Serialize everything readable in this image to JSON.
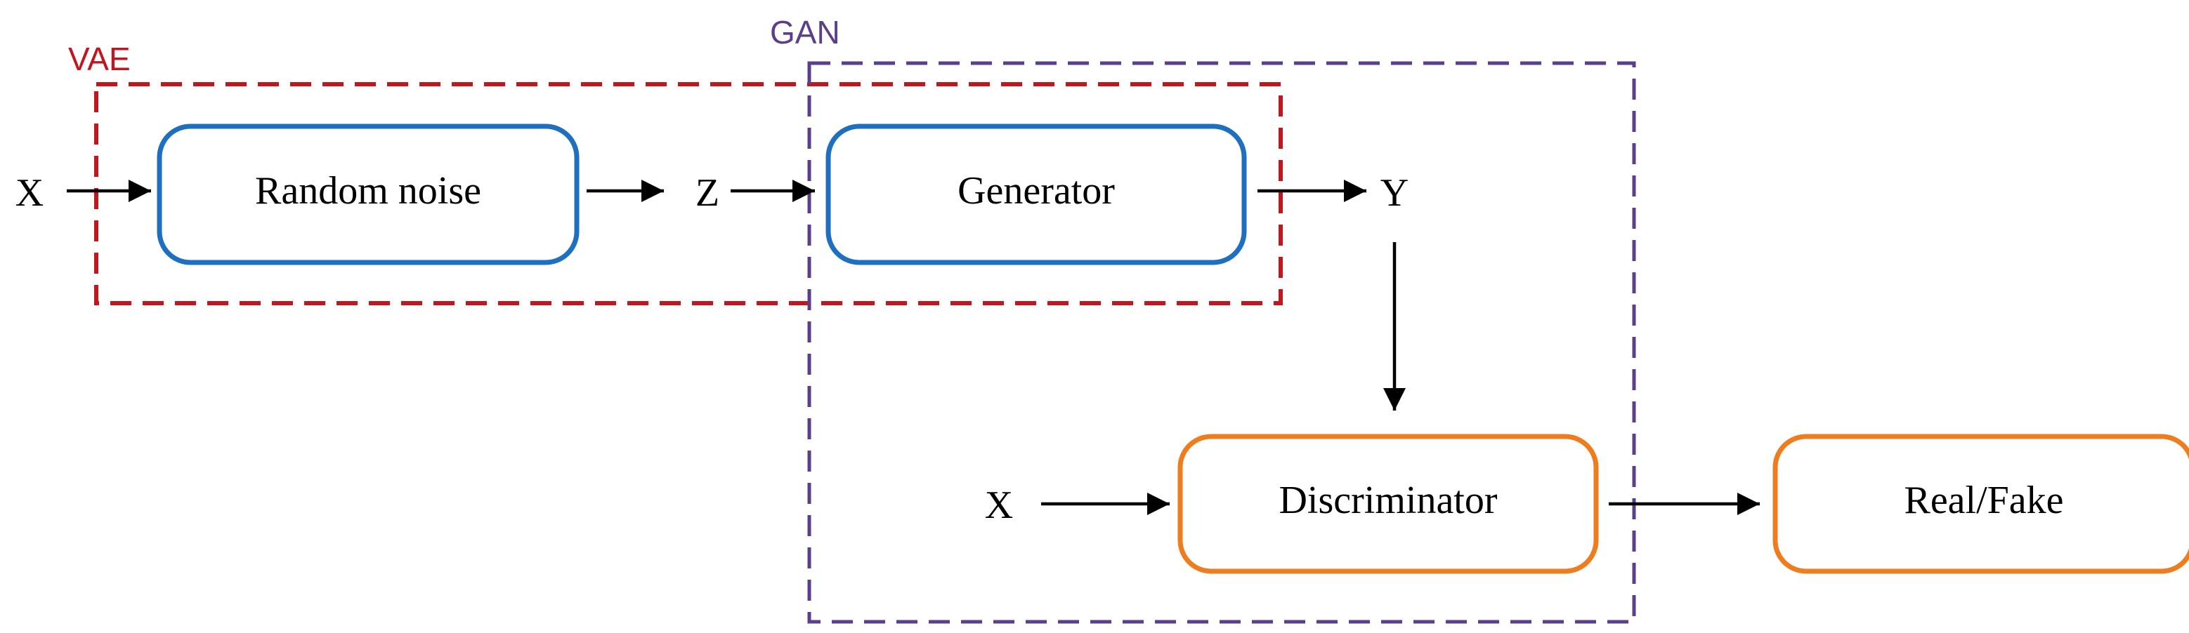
{
  "groups": {
    "vae": {
      "label": "VAE",
      "color": "#c0161d"
    },
    "gan": {
      "label": "GAN",
      "color": "#5b3f8a"
    }
  },
  "nodes": {
    "random_noise": "Random noise",
    "generator": "Generator",
    "discriminator": "Discriminator",
    "real_fake": "Real/Fake"
  },
  "variables": {
    "x_input": "X",
    "z": "Z",
    "y": "Y",
    "x_real": "X"
  },
  "colors": {
    "blue_node": "#1f6fc1",
    "orange_node": "#ee7d1f"
  }
}
